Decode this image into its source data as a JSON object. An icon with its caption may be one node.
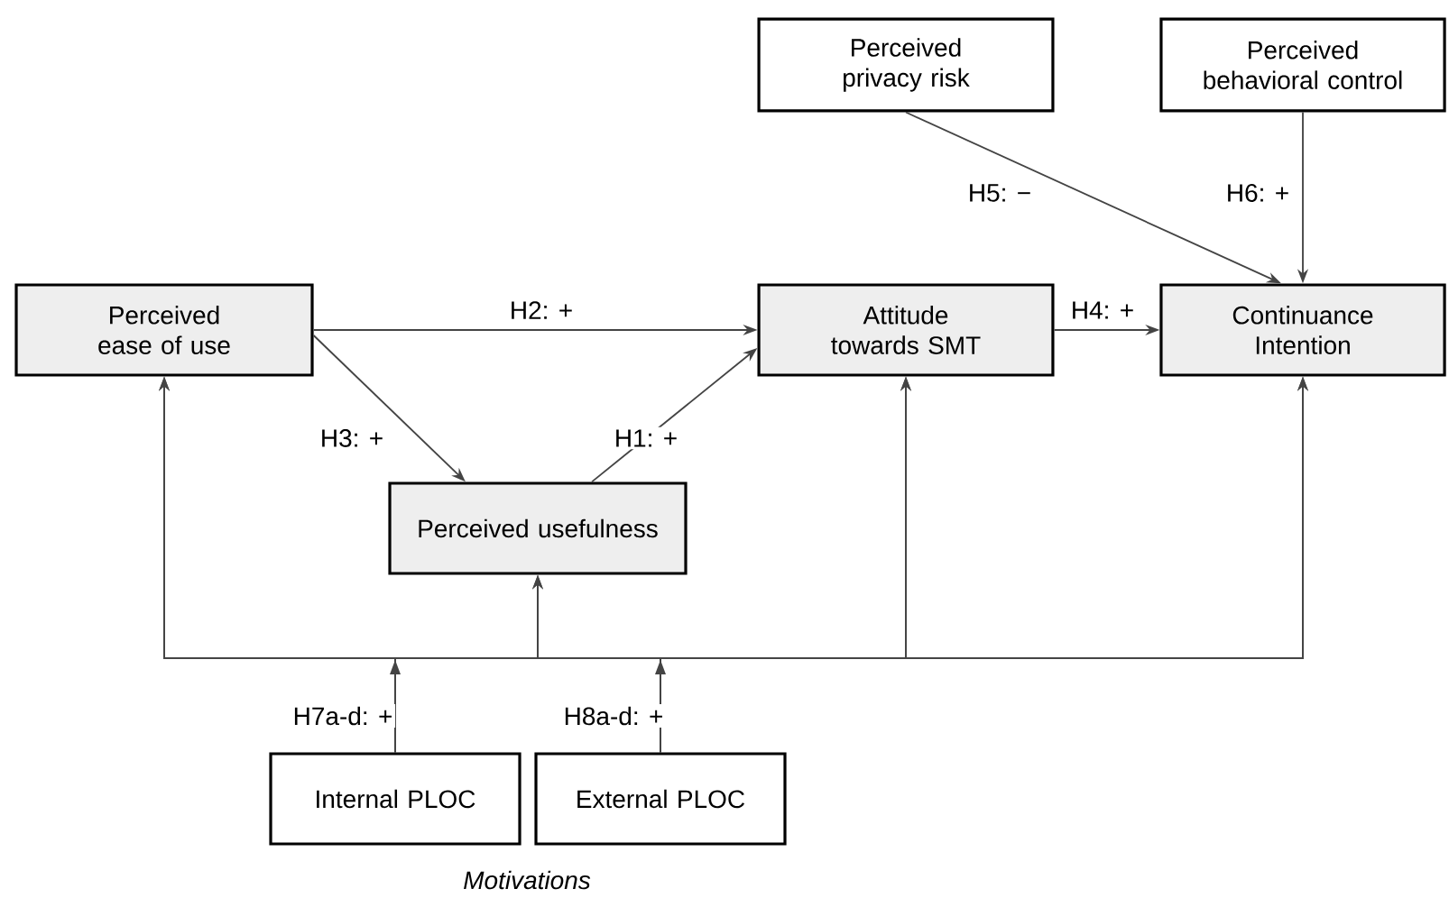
{
  "diagram": {
    "nodes": [
      {
        "text": [
          "Perceived privacy risk"
        ]
      },
      {
        "text": [
          "Perceived behavioral control"
        ]
      },
      {
        "text": [
          "Perceived ease of use"
        ]
      },
      {
        "text": [
          "Attitude towards SMT"
        ]
      },
      {
        "text": [
          "Continuance Intention"
        ]
      },
      {
        "text": [
          "Perceived usefulness"
        ]
      },
      {
        "text": [
          "Internal PLOC"
        ]
      },
      {
        "text": [
          "External PLOC"
        ]
      }
    ],
    "edges": [
      {
        "from": 2,
        "to": 3,
        "arrow": "to",
        "label": "H2: +"
      },
      {
        "from": 2,
        "to": 5,
        "arrow": "to",
        "label": "H3: +"
      },
      {
        "from": 5,
        "to": 3,
        "arrow": "to",
        "label": "H1: +"
      },
      {
        "from": 3,
        "to": 4,
        "arrow": "to",
        "label": "H4: +"
      },
      {
        "from": 0,
        "to": 4,
        "arrow": "to",
        "label": "H5: −"
      },
      {
        "from": 1,
        "to": 4,
        "arrow": "to",
        "label": "H6: +"
      },
      {
        "from": 6,
        "to": 2,
        "arrow": "to",
        "label": "H7a-d: +"
      },
      {
        "from": 6,
        "to": 5,
        "arrow": "to"
      },
      {
        "from": 6,
        "to": 3,
        "arrow": "to"
      },
      {
        "from": 6,
        "to": 4,
        "arrow": "to"
      },
      {
        "from": 7,
        "to": 2,
        "arrow": "to",
        "label": "H8a-d: +"
      },
      {
        "from": 7,
        "to": 5,
        "arrow": "to"
      },
      {
        "from": 7,
        "to": 3,
        "arrow": "to"
      },
      {
        "from": 7,
        "to": 4,
        "arrow": "to"
      }
    ],
    "labels": [
      "Motivations"
    ]
  }
}
